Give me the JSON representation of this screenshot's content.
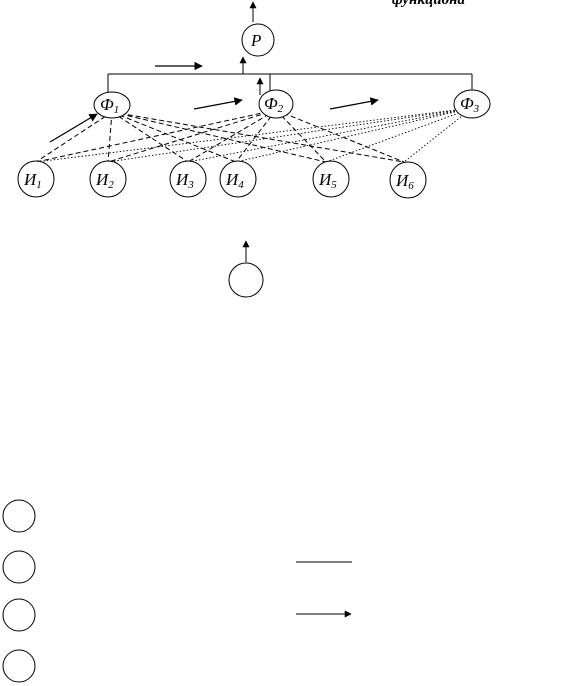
{
  "corner_text": "функциона",
  "result_node": {
    "label": "P"
  },
  "function_nodes": [
    {
      "label": "Ф",
      "sub": "1"
    },
    {
      "label": "Ф",
      "sub": "2"
    },
    {
      "label": "Ф",
      "sub": "3"
    }
  ],
  "source_nodes": [
    {
      "label": "И",
      "sub": "1"
    },
    {
      "label": "И",
      "sub": "2"
    },
    {
      "label": "И",
      "sub": "3"
    },
    {
      "label": "И",
      "sub": "4"
    },
    {
      "label": "И",
      "sub": "5"
    },
    {
      "label": "И",
      "sub": "6"
    }
  ]
}
